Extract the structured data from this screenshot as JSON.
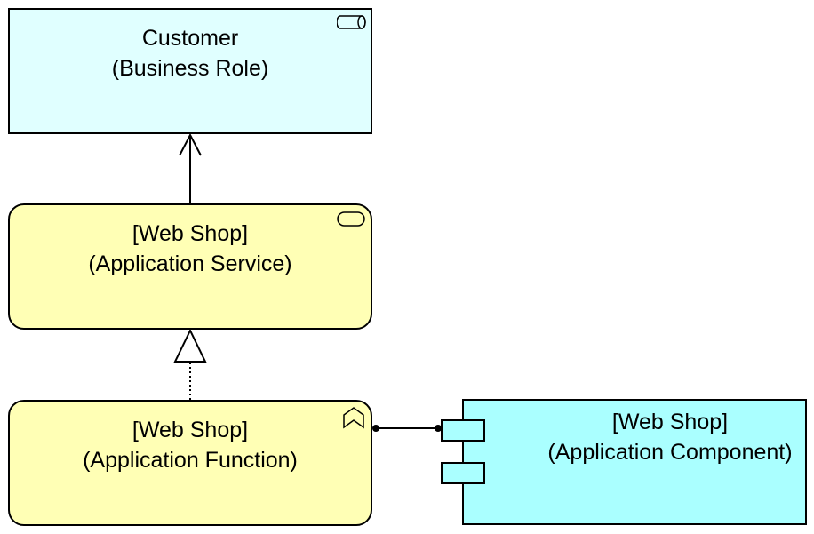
{
  "nodes": {
    "role": {
      "name": "Customer",
      "type": "(Business Role)",
      "fill": "#e0ffff"
    },
    "service": {
      "name": "[Web Shop]",
      "type": "(Application Service)",
      "fill": "#ffffb5"
    },
    "function": {
      "name": "[Web Shop]",
      "type": "(Application Function)",
      "fill": "#ffffb5"
    },
    "component": {
      "name": "[Web Shop]",
      "type": "(Application Component)",
      "fill": "#aaffff"
    }
  },
  "edges": [
    {
      "from": "service",
      "to": "role",
      "kind": "serving"
    },
    {
      "from": "function",
      "to": "service",
      "kind": "realization"
    },
    {
      "from": "component",
      "to": "function",
      "kind": "assignment"
    }
  ],
  "icons": {
    "role": "business-role-icon",
    "service": "application-service-icon",
    "function": "application-function-icon",
    "component": "application-component-icon"
  }
}
